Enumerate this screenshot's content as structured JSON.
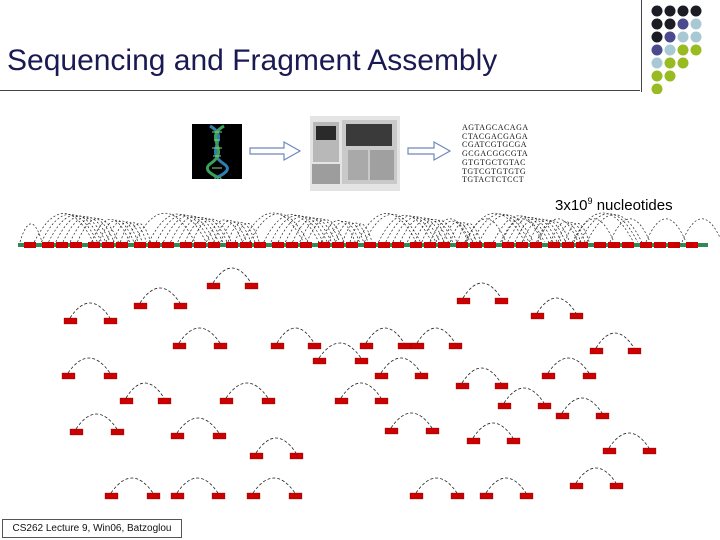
{
  "title": "Sequencing and Fragment Assembly",
  "sequences": [
    "AGTAGCACAGA",
    "CTACGACGAGA",
    "CGATCGTGCGA",
    "GCGACGGCGTA",
    "GTGTGCTGTAC",
    "TGTCGTGTGTG",
    "TGTACTCTCCT"
  ],
  "nucleotides": {
    "base": "3x10",
    "exponent": "9",
    "suffix": " nucleotides"
  },
  "footer": "CS262 Lecture 9, Win06, Batzoglou",
  "colors": {
    "title": "#1a1a52",
    "read": "#cc0000",
    "genome": "#2e8b57",
    "arc": "#222222",
    "dots": [
      "#1c1c24",
      "#4a4a8c",
      "#a8c8d4",
      "#99bb22"
    ]
  }
}
